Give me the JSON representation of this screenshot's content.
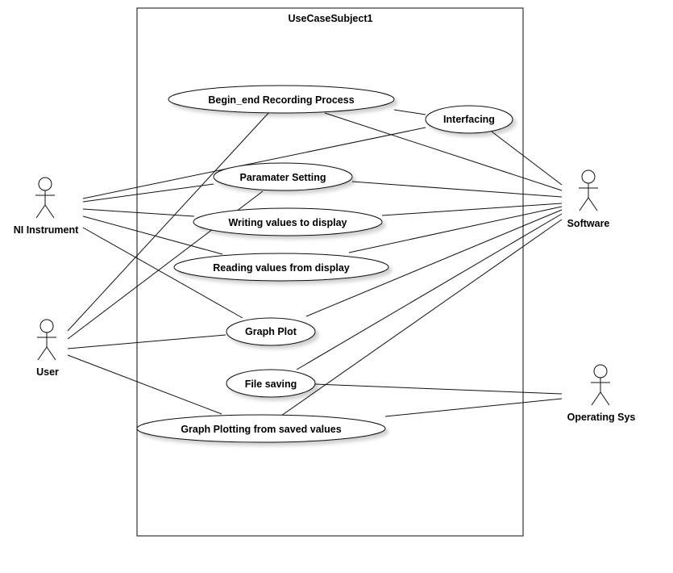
{
  "subject": {
    "title": "UseCaseSubject1"
  },
  "actors": {
    "ni_instrument": "NI Instrument",
    "user": "User",
    "software": "Software",
    "operating_sys": "Operating Sys"
  },
  "use_cases": {
    "begin_end": "Begin_end Recording Process",
    "interfacing": "Interfacing",
    "param_setting": "Paramater Setting",
    "writing": "Writing values to display",
    "reading": "Reading values from display",
    "graph_plot": "Graph Plot",
    "file_saving": "File saving",
    "graph_saved": "Graph Plotting from saved values"
  }
}
